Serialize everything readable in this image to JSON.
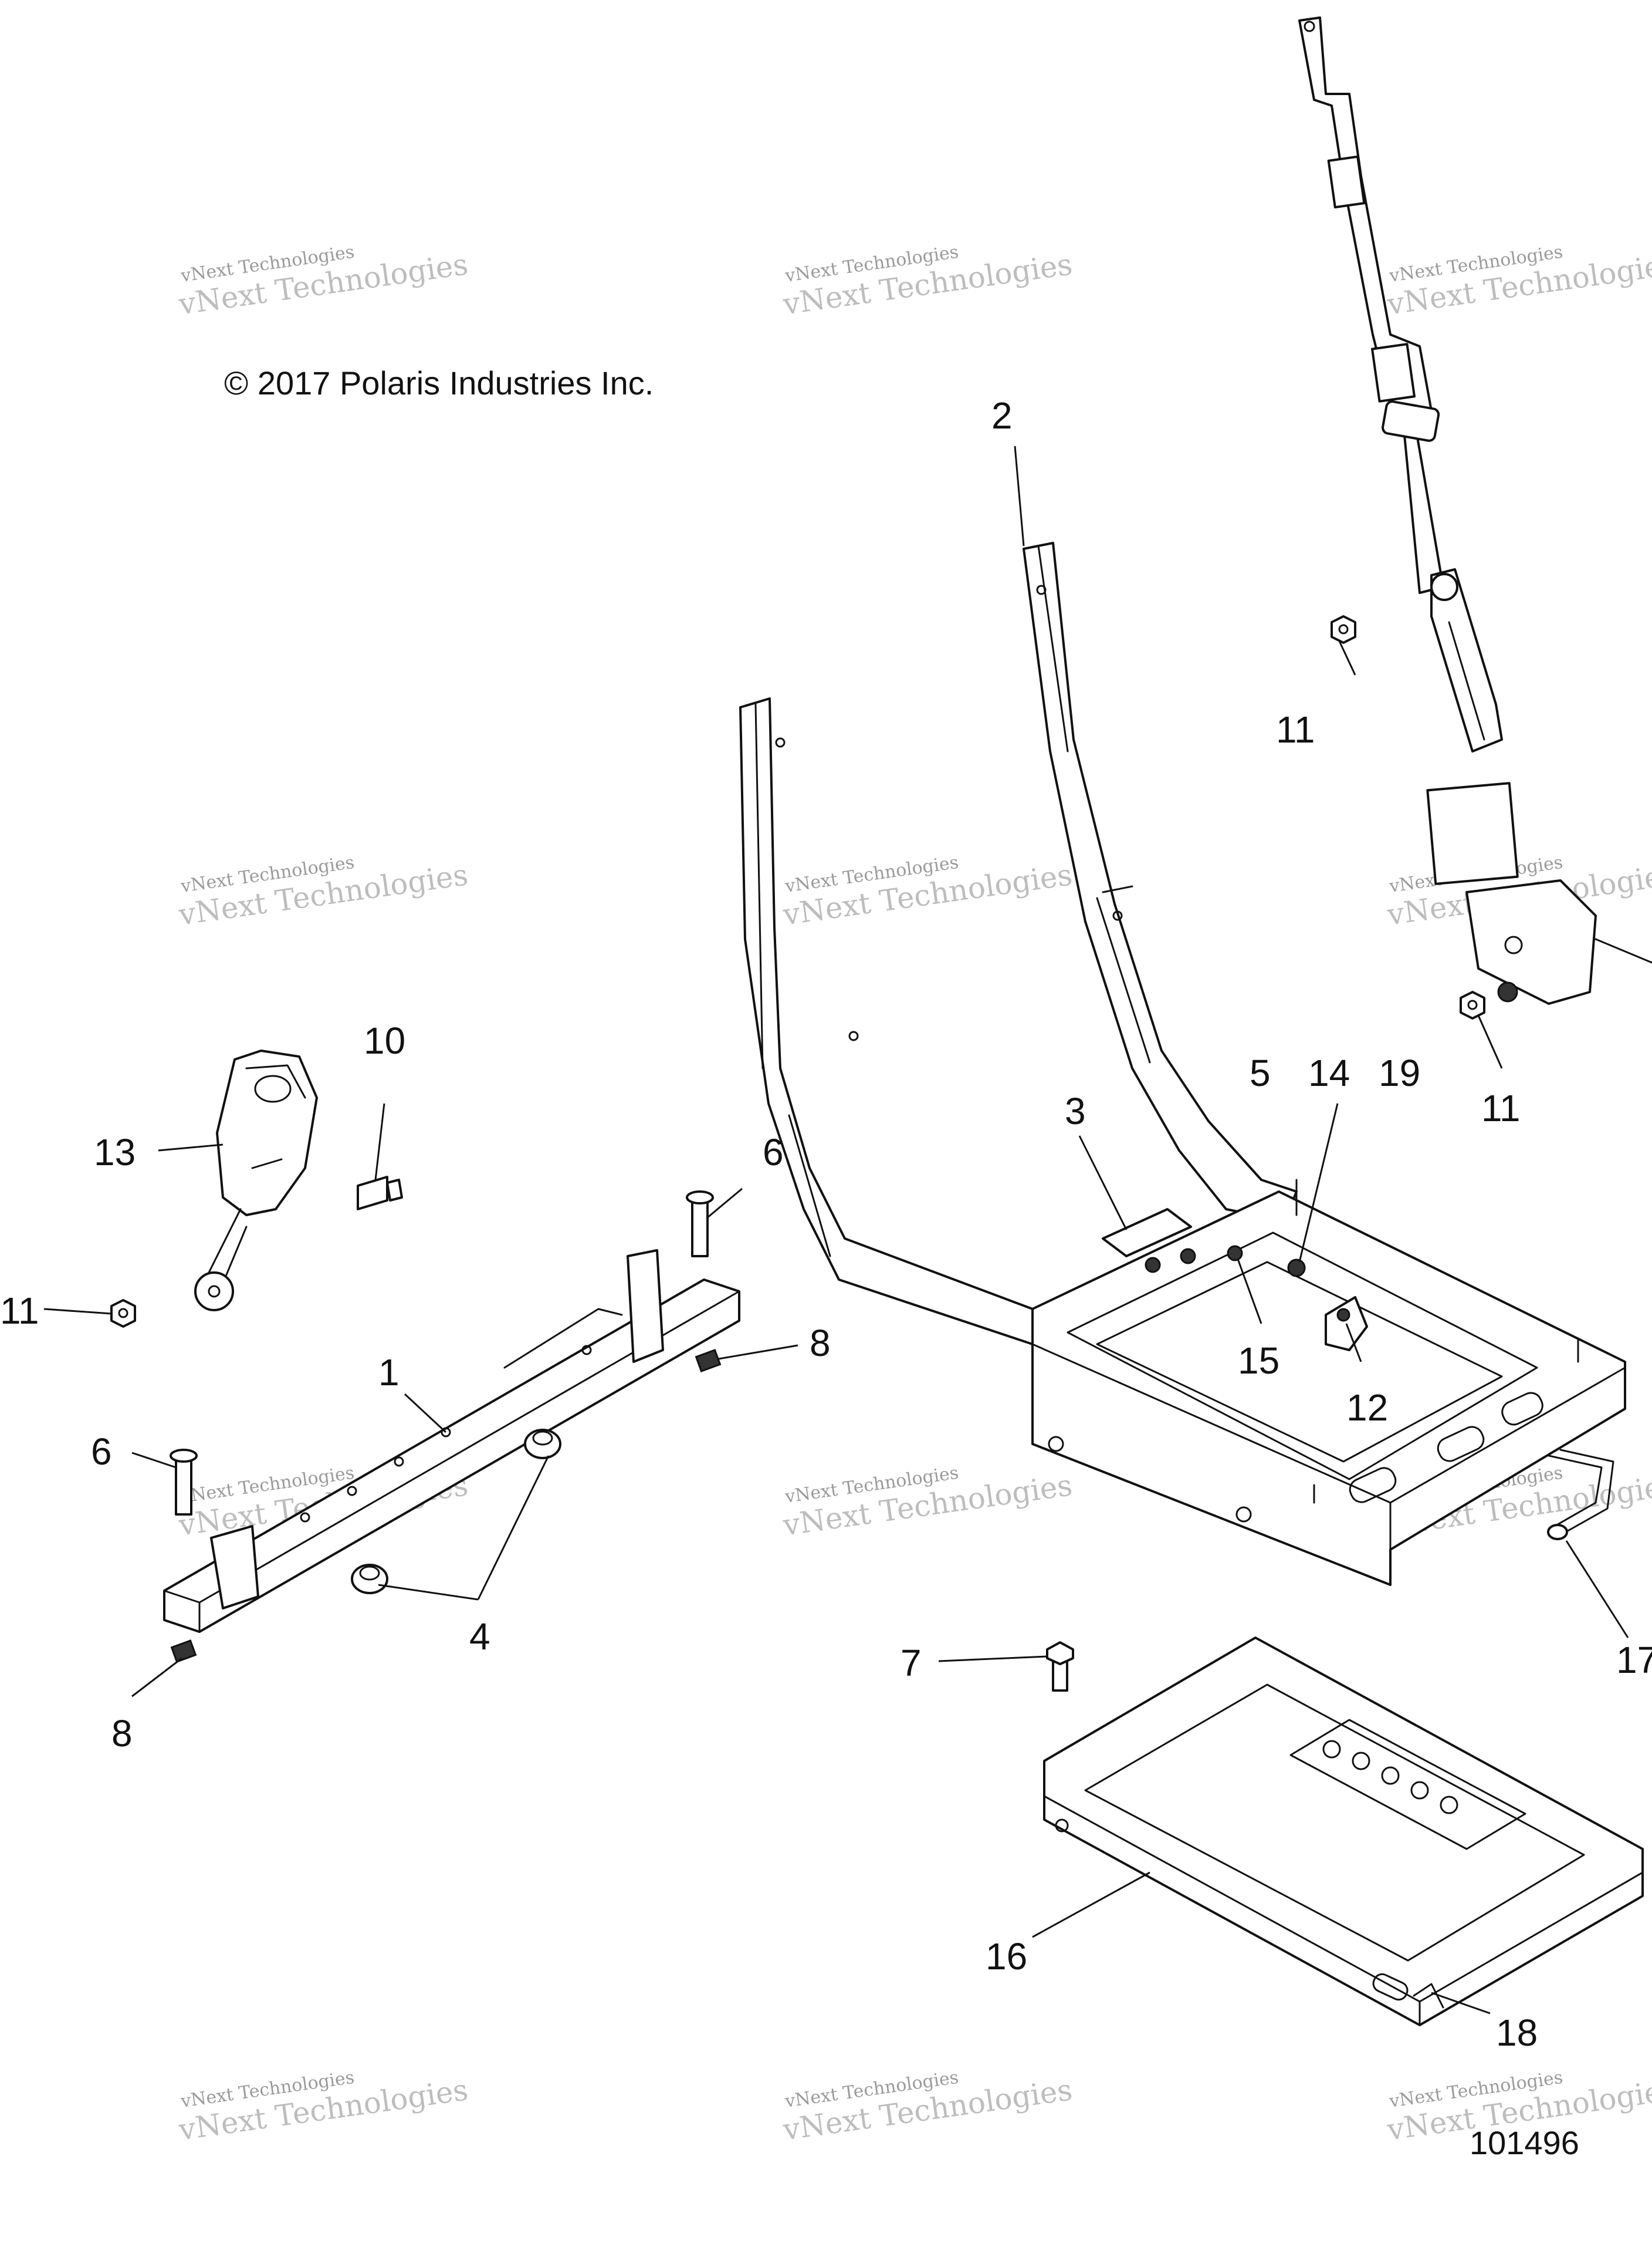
{
  "copyright": "© 2017 Polaris Industries Inc.",
  "figure_id": "101496",
  "watermark": {
    "line1": "vNext Technologies",
    "line2": "vNext Technologies"
  },
  "callouts": {
    "c1": "1",
    "c2": "2",
    "c3": "3",
    "c4": "4",
    "c5": "5",
    "c6a": "6",
    "c6b": "6",
    "c7": "7",
    "c8a": "8",
    "c8b": "8",
    "c10": "10",
    "c11a": "11",
    "c11b": "11",
    "c11c": "11",
    "c12": "12",
    "c13": "13",
    "c14": "14",
    "c15": "15",
    "c16": "16",
    "c17": "17",
    "c18": "18",
    "c19": "19"
  }
}
